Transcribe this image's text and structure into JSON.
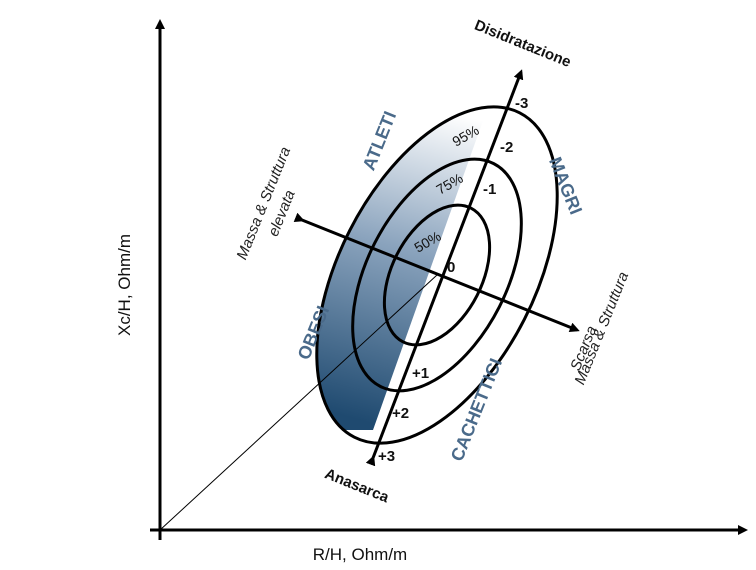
{
  "axes": {
    "x_label": "R/H, Ohm/m",
    "y_label": "Xc/H, Ohm/m"
  },
  "directions": {
    "top": "Disidratazione",
    "bottom": "Anasarca",
    "left_line1": "Massa & Struttura",
    "left_line2": "elevata",
    "right_line1": "Scarsa",
    "right_line2": "Massa & Struttura"
  },
  "regions": {
    "atleti": "ATLETI",
    "magri": "MAGRI",
    "obesi": "OBESI",
    "cachettici": "CACHETTICI"
  },
  "percentiles": {
    "p50": "50%",
    "p75": "75%",
    "p95": "95%"
  },
  "ticks": {
    "neg3": "-3",
    "neg2": "-2",
    "neg1": "-1",
    "zero": "0",
    "pos1": "+1",
    "pos2": "+2",
    "pos3": "+3"
  },
  "colors": {
    "region_text": "#4a6a8a",
    "shade_dark": "#1f4a70",
    "shade_light": "#ffffff"
  }
}
